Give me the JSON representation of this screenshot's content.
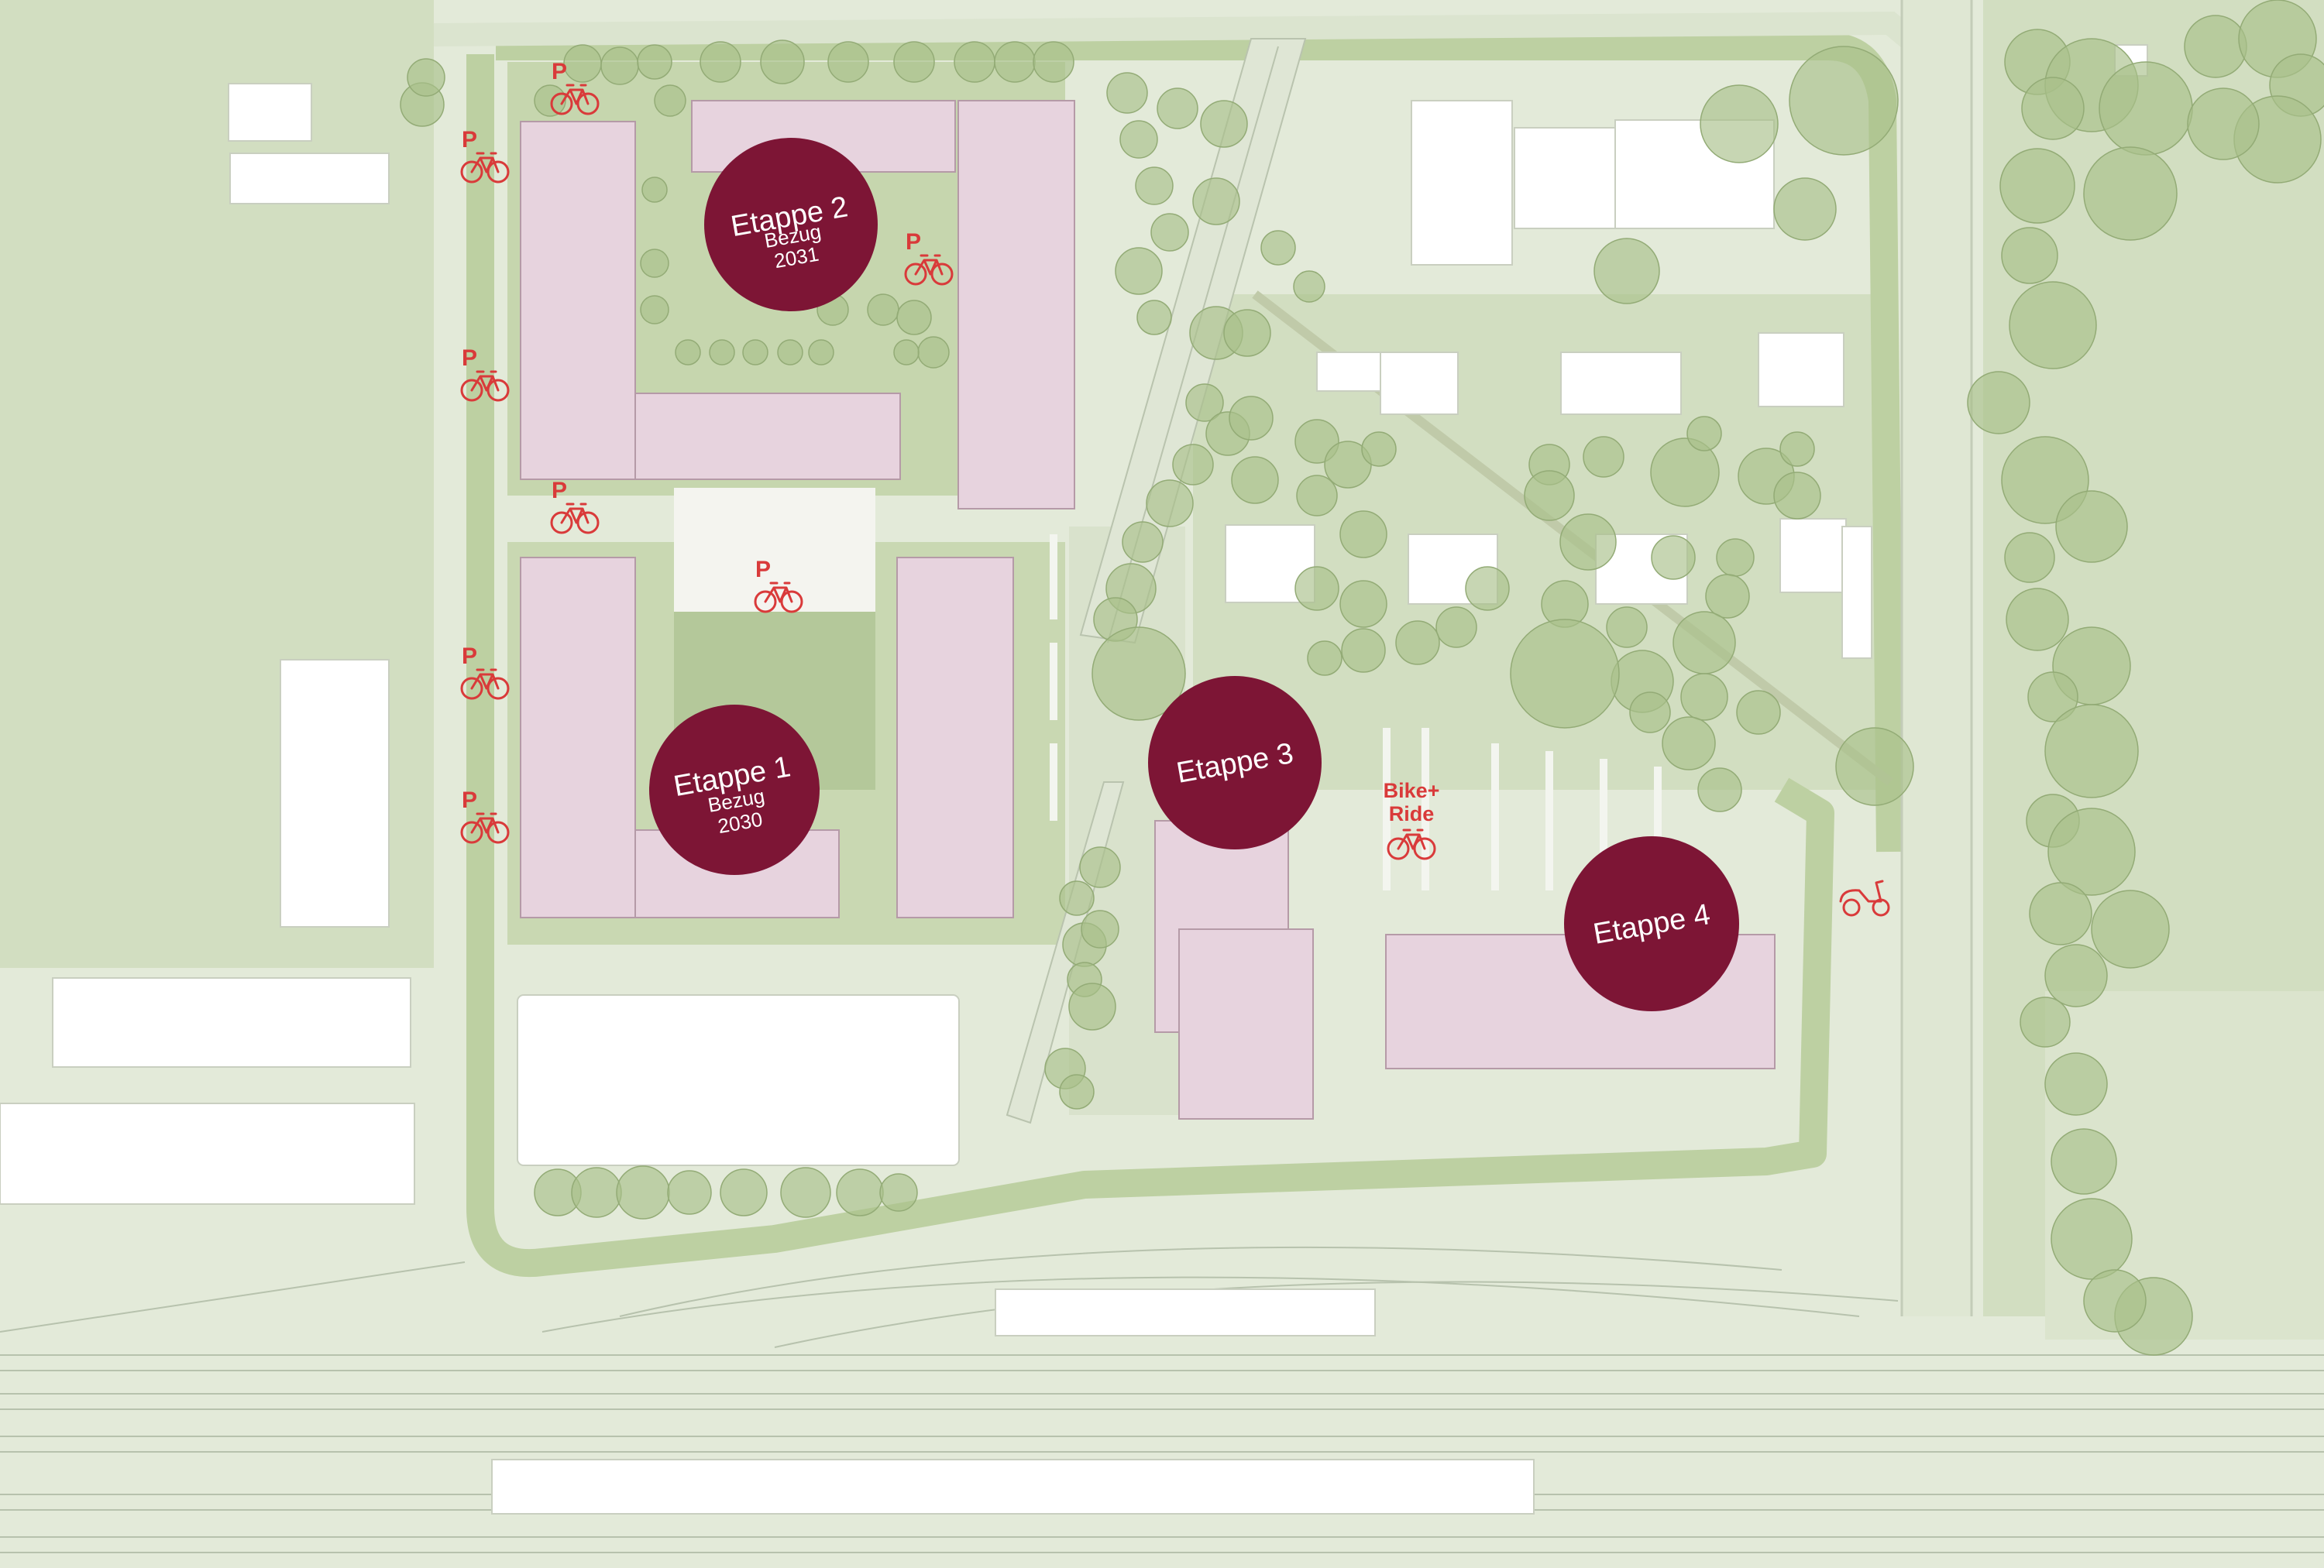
{
  "map": {
    "colors": {
      "background": "#e3ead9",
      "green_area": "#c9d8b5",
      "path_green": "#b9cc9f",
      "tree_fill": "#a9c08a",
      "building_new": "#e7d3de",
      "building_existing": "#ffffff",
      "phase_marker": "#7d1535",
      "mobility_icon": "#d93a3a",
      "track": "#bcc5b3"
    },
    "phases": [
      {
        "id": "etappe-1",
        "title": "Etappe 1",
        "line2": "Bezug",
        "line3": "2030"
      },
      {
        "id": "etappe-2",
        "title": "Etappe 2",
        "line2": "Bezug",
        "line3": "2031"
      },
      {
        "id": "etappe-3",
        "title": "Etappe 3"
      },
      {
        "id": "etappe-4",
        "title": "Etappe 4"
      }
    ],
    "parking_letter": "P",
    "bike_ride_line1": "Bike+",
    "bike_ride_line2": "Ride",
    "icons": {
      "bike": "bicycle-icon",
      "parking": "parking-icon",
      "scooter": "scooter-icon"
    }
  }
}
